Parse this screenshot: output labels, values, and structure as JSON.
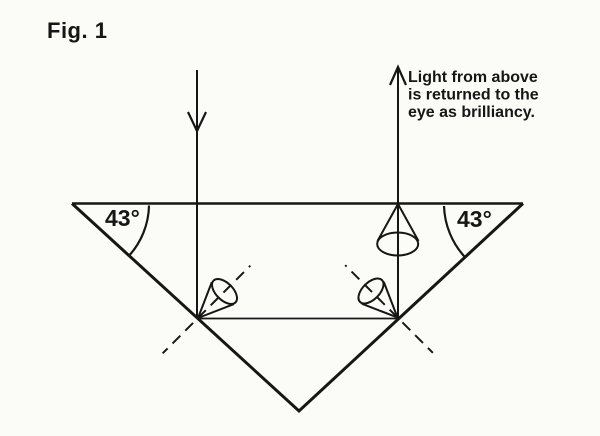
{
  "figure": {
    "label": "Fig. 1",
    "caption": {
      "line1": "Light from above",
      "line2": "is returned to the",
      "line3": "eye as brilliancy."
    },
    "angle_labels": {
      "left": "43°",
      "right": "43°"
    },
    "colors": {
      "ink": "#161616",
      "paper": "#fbfbf8"
    }
  }
}
